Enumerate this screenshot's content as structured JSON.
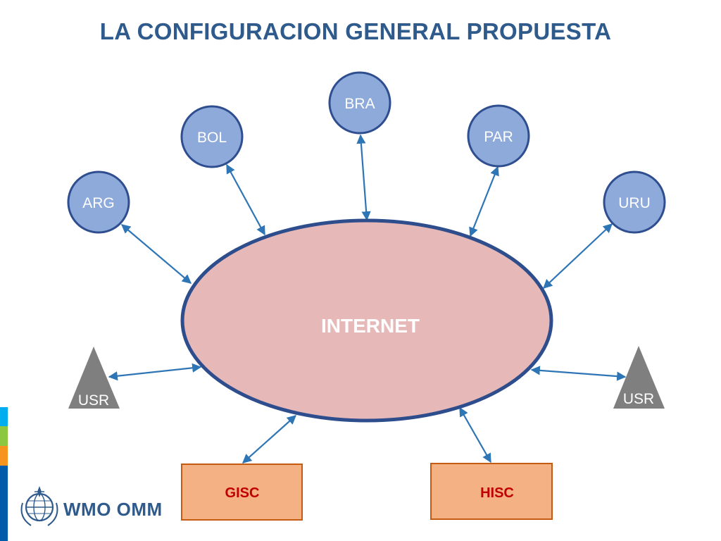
{
  "title": "LA CONFIGURACION GENERAL PROPUESTA",
  "center": {
    "label": "INTERNET"
  },
  "nodes": [
    {
      "id": "ARG",
      "label": "ARG"
    },
    {
      "id": "BOL",
      "label": "BOL"
    },
    {
      "id": "BRA",
      "label": "BRA"
    },
    {
      "id": "PAR",
      "label": "PAR"
    },
    {
      "id": "URU",
      "label": "URU"
    }
  ],
  "users": [
    {
      "label": "USR"
    },
    {
      "label": "USR"
    }
  ],
  "centers": [
    {
      "label": "GISC"
    },
    {
      "label": "HISC"
    }
  ],
  "footer": {
    "logo_text": "WMO OMM"
  },
  "colors": {
    "title": "#2f5a8c",
    "node_fill": "#8eaadb",
    "node_stroke": "#2f4e8f",
    "cloud_fill": "#e6b8b8",
    "cloud_stroke": "#2e4d8c",
    "box_fill": "#f4b183",
    "box_stroke": "#c55a11",
    "box_text": "#c00000",
    "triangle_fill": "#7f7f7f",
    "arrow": "#2e75b6",
    "stripes": [
      "#00aeef",
      "#8dc63f",
      "#f7941d",
      "#005bab"
    ]
  }
}
